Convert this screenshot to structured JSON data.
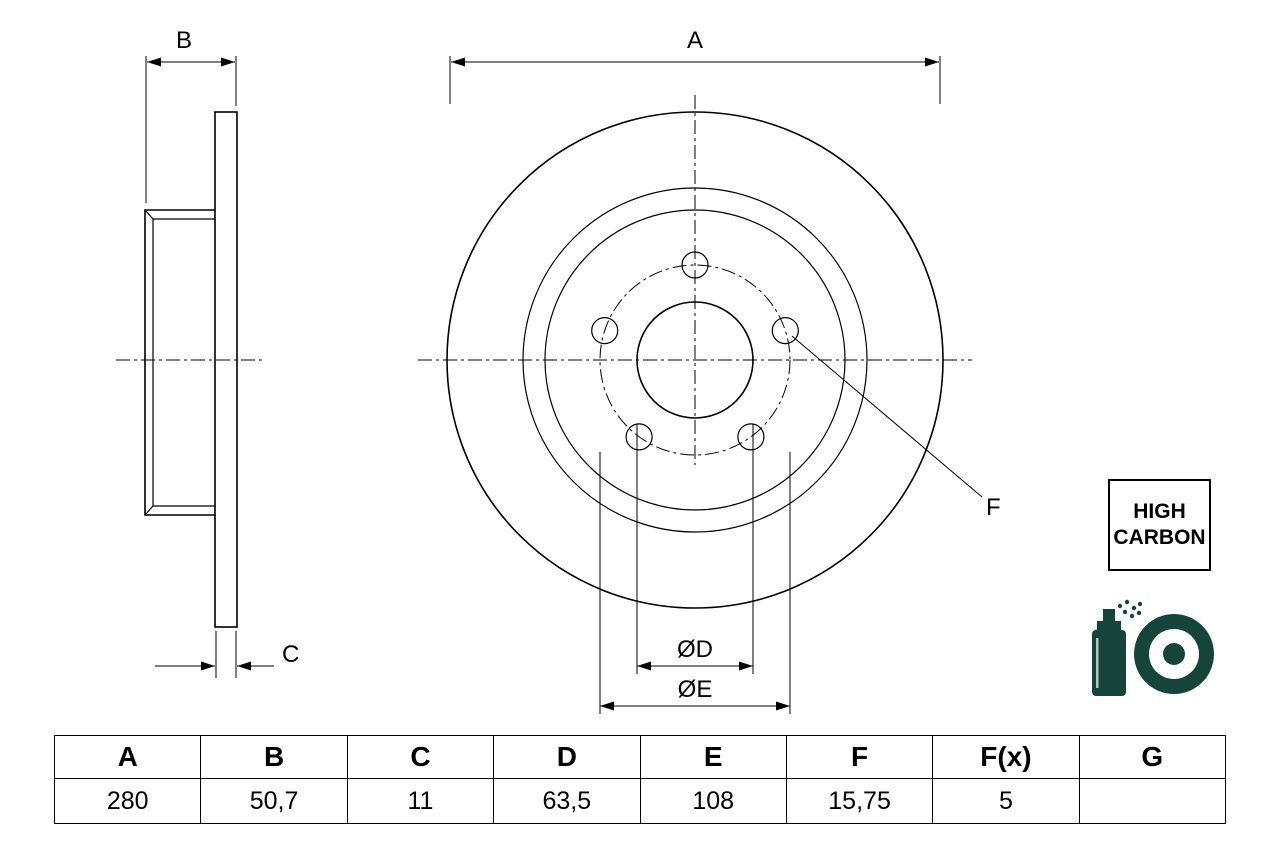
{
  "drawing": {
    "labels": {
      "a": "A",
      "b": "B",
      "c": "C",
      "d": "ØD",
      "e": "ØE",
      "f": "F"
    }
  },
  "badge": {
    "line1": "HIGH",
    "line2": "CARBON"
  },
  "colors": {
    "icon": "#15453a",
    "line": "#000000"
  },
  "table": {
    "headers": [
      "A",
      "B",
      "C",
      "D",
      "E",
      "F",
      "F(x)",
      "G"
    ],
    "values": [
      "280",
      "50,7",
      "11",
      "63,5",
      "108",
      "15,75",
      "5",
      ""
    ]
  }
}
